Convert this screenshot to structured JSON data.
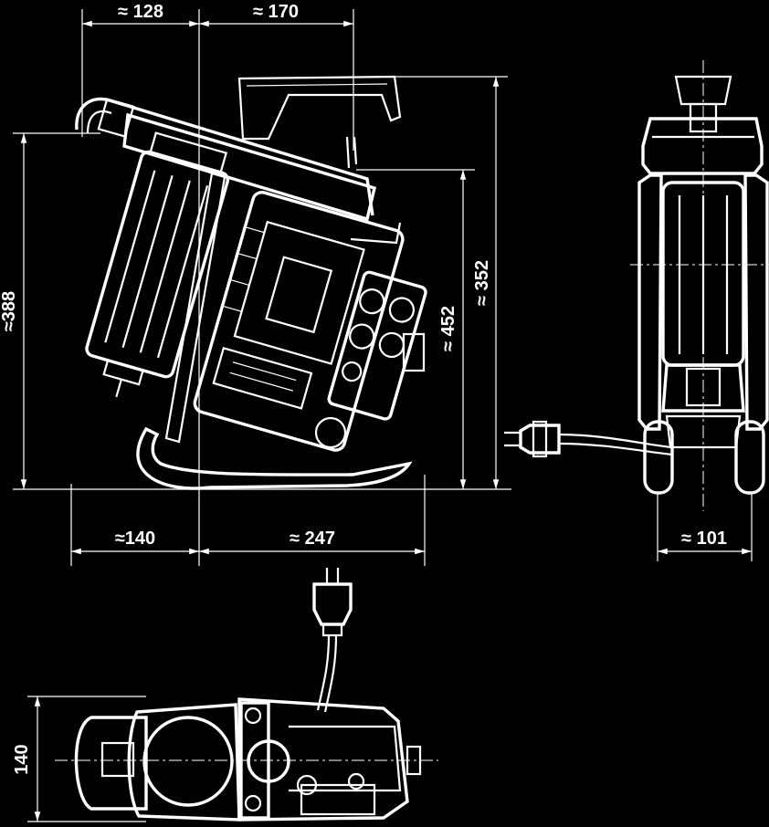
{
  "colors": {
    "background": "#000000",
    "line": "#ffffff"
  },
  "dimensions": {
    "top_left": "≈ 128",
    "top_right": "≈ 170",
    "left_height": "≈388",
    "height_452": "≈ 452",
    "height_352": "≈ 352",
    "bottom_left": "≈140",
    "bottom_right": "≈ 247",
    "side_width": "≈ 101",
    "plan_depth": "140"
  }
}
